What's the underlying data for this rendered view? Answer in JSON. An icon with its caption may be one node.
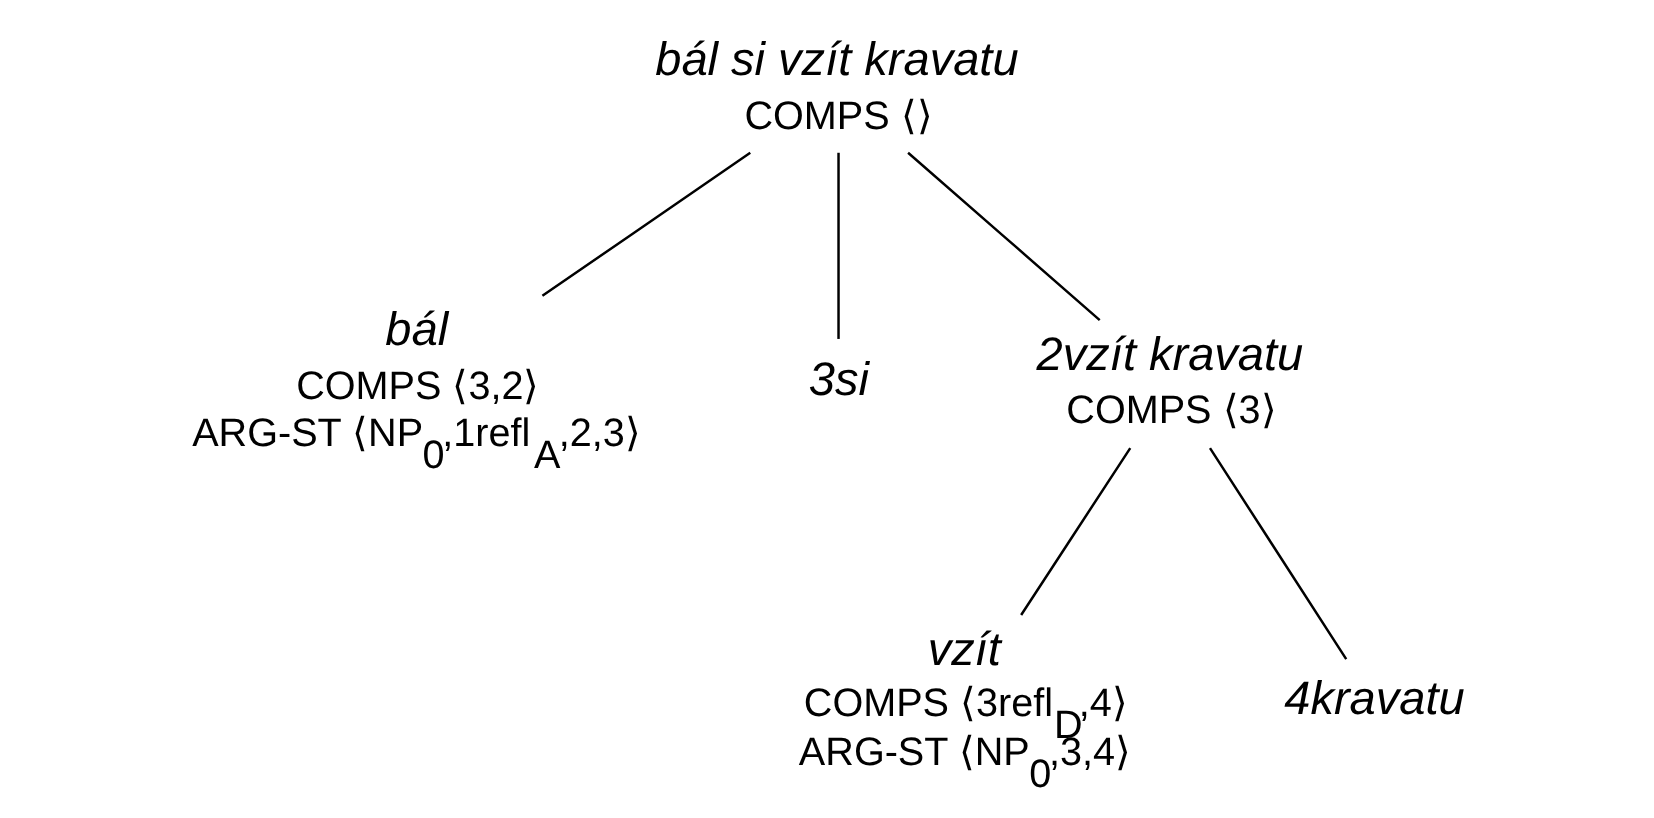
{
  "diagram": {
    "nodes": [
      {
        "text": [
          "bál si vzít kravatu",
          "COMPS ⟨⟩"
        ]
      },
      {
        "text": [
          "bál",
          "COMPS ⟨3,2⟩",
          "ARG-ST ⟨NP$_{0}$,1refl$_{A}$,2,3⟩"
        ]
      },
      {
        "text": [
          "3si"
        ]
      },
      {
        "text": [
          "2vzít kravatu",
          "COMPS ⟨3⟩"
        ]
      },
      {
        "text": [
          "vzít",
          "COMPS ⟨3refl$_{D}$,4⟩",
          "ARG-ST ⟨NP$_{0}$,3,4⟩"
        ]
      },
      {
        "text": [
          "4kravatu"
        ]
      }
    ],
    "edges": [
      {
        "from": 0,
        "to": 1,
        "arrow": "none"
      },
      {
        "from": 0,
        "to": 2,
        "arrow": "none"
      },
      {
        "from": 0,
        "to": 3,
        "arrow": "none"
      },
      {
        "from": 3,
        "to": 4,
        "arrow": "none"
      },
      {
        "from": 3,
        "to": 5,
        "arrow": "none"
      }
    ]
  }
}
